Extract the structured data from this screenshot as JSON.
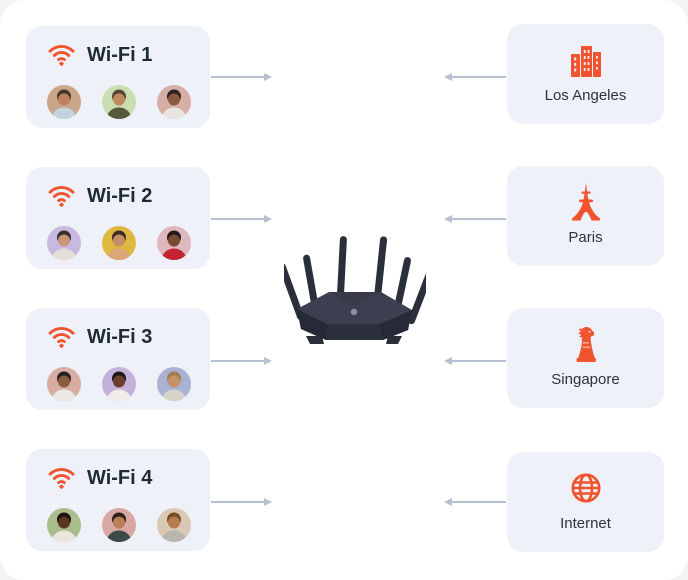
{
  "page": {
    "background": "#ffffff",
    "outer_background": "#f3f3f5",
    "card_background": "#eef1f7",
    "accent": "#f1532f",
    "arrow_color": "#b7bfd3",
    "title_color": "#1f2a37",
    "label_color": "#2a3340",
    "router_antenna": "#2b2e3b",
    "router_top": "#3c3f50",
    "router_body": "#2c2f3c",
    "router_detail": "#8b8fa8"
  },
  "networks": [
    {
      "label": "Wi-Fi 1",
      "icon": "wifi-icon",
      "members": [
        {
          "bg": "#c9a68b",
          "hair": "#4a3226",
          "skin": "#bd8260",
          "shirt": "#c3d4de"
        },
        {
          "bg": "#cbddb2",
          "hair": "#5a4632",
          "skin": "#c08a5f",
          "shirt": "#555a3a"
        },
        {
          "bg": "#d6aea6",
          "hair": "#2d2320",
          "skin": "#8a5b40",
          "shirt": "#e8e4df"
        }
      ]
    },
    {
      "label": "Wi-Fi 2",
      "icon": "wifi-icon",
      "members": [
        {
          "bg": "#c7b9e0",
          "hair": "#3a2e2a",
          "skin": "#c9957b",
          "shirt": "#e6ded6"
        },
        {
          "bg": "#dfb93f",
          "hair": "#3b2d22",
          "skin": "#c68e64",
          "shirt": "#d9a77a"
        },
        {
          "bg": "#dfb7be",
          "hair": "#211a18",
          "skin": "#7a4a33",
          "shirt": "#c32432"
        }
      ]
    },
    {
      "label": "Wi-Fi 3",
      "icon": "wifi-icon",
      "members": [
        {
          "bg": "#d9aca4",
          "hair": "#26201e",
          "skin": "#8a5a40",
          "shirt": "#ece8e2"
        },
        {
          "bg": "#c4b2dc",
          "hair": "#1d1815",
          "skin": "#6e3f2c",
          "shirt": "#f0ece7"
        },
        {
          "bg": "#a9b2d3",
          "hair": "#a57c4e",
          "skin": "#c79067",
          "shirt": "#d8d3c8"
        }
      ]
    },
    {
      "label": "Wi-Fi 4",
      "icon": "wifi-icon",
      "members": [
        {
          "bg": "#a9be8c",
          "hair": "#161210",
          "skin": "#59351f",
          "shirt": "#e9e6e0"
        },
        {
          "bg": "#d8a8a2",
          "hair": "#2a211c",
          "skin": "#b97f57",
          "shirt": "#3c4a49"
        },
        {
          "bg": "#d9c9b4",
          "hair": "#7a4a28",
          "skin": "#b67c50",
          "shirt": "#b9b5b1"
        }
      ]
    }
  ],
  "destinations": [
    {
      "label": "Los Angeles",
      "icon": "city-buildings-icon"
    },
    {
      "label": "Paris",
      "icon": "eiffel-tower-icon"
    },
    {
      "label": "Singapore",
      "icon": "merlion-icon"
    },
    {
      "label": "Internet",
      "icon": "globe-icon"
    }
  ],
  "router": {
    "icon": "wifi-router-icon"
  }
}
